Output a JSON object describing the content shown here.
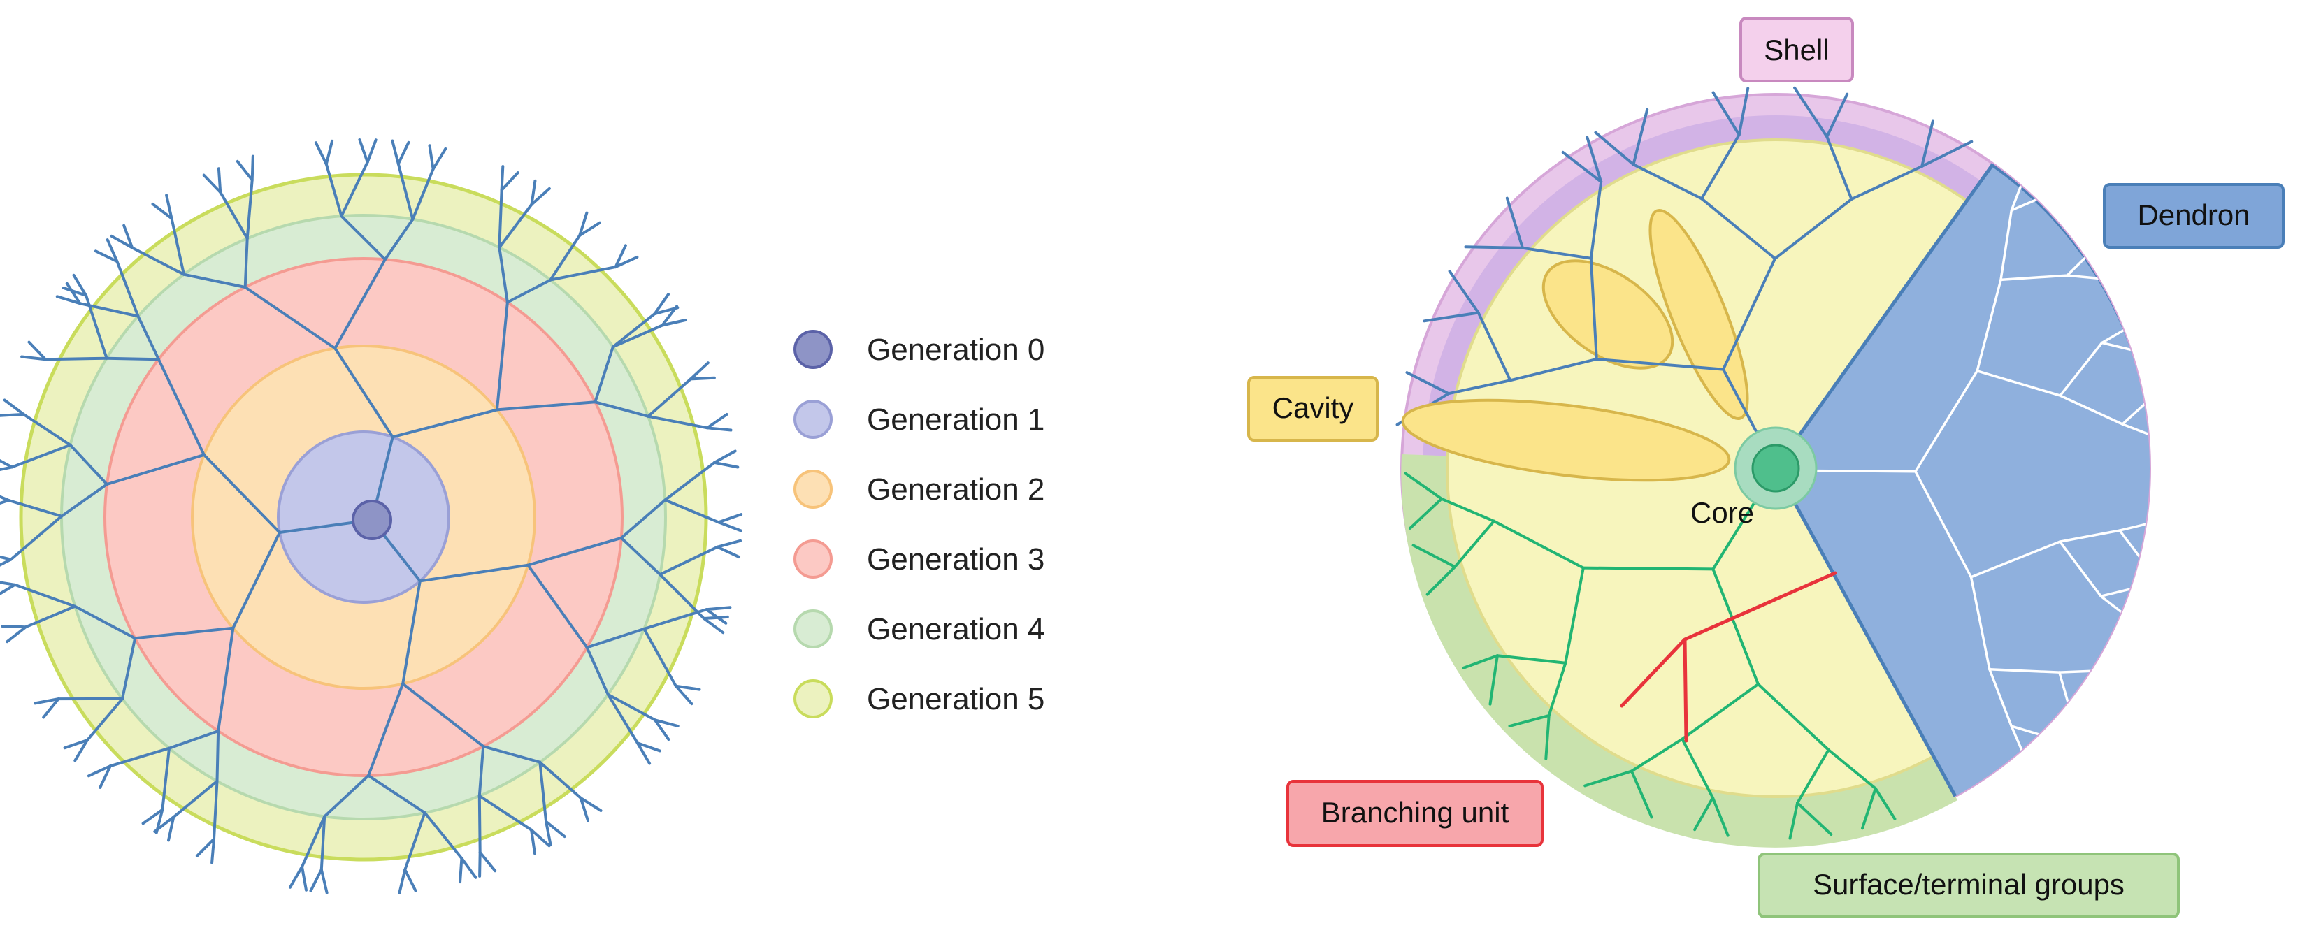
{
  "legend": {
    "items": [
      {
        "label": "Generation 0",
        "fill": "#8e94c6",
        "stroke": "#5b62a8"
      },
      {
        "label": "Generation 1",
        "fill": "#c3c7ea",
        "stroke": "#9aa0d6"
      },
      {
        "label": "Generation 2",
        "fill": "#fde0b4",
        "stroke": "#f7c37a"
      },
      {
        "label": "Generation 3",
        "fill": "#fcc9c4",
        "stroke": "#f49b92"
      },
      {
        "label": "Generation 4",
        "fill": "#d8ecd3",
        "stroke": "#b6d9ae"
      },
      {
        "label": "Generation 5",
        "fill": "#ecf2bf",
        "stroke": "#c9dc5c"
      }
    ]
  },
  "labels": {
    "shell": "Shell",
    "dendron": "Dendron",
    "cavity": "Cavity",
    "core": "Core",
    "branching_unit": "Branching unit",
    "surface_groups": "Surface/terminal groups"
  },
  "colors": {
    "branch_blue": "#4a7fb8",
    "branch_green": "#22b573",
    "branch_red": "#e8333b",
    "shell_fill": "#e8c7ea",
    "shell_box": "#f4d0ec",
    "dendron_fill": "#8fb0dd",
    "dendron_box": "#7fa5d8",
    "cavity_fill": "#fbe48a",
    "core_fill": "#4fbf8c",
    "interior_fill": "#f7f5bd",
    "surface_fill": "#c9e2ad",
    "branching_box": "#f7a6ab",
    "surface_box": "#c6e3b3"
  }
}
